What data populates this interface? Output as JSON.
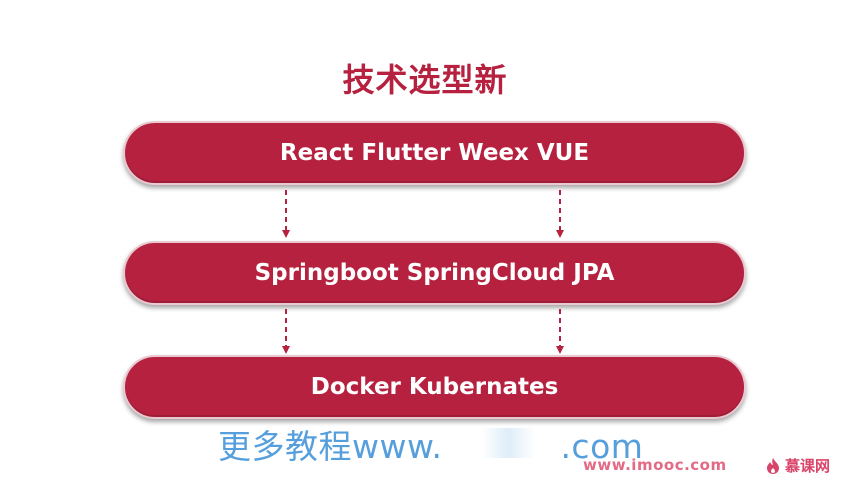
{
  "title": "技术选型新",
  "layers": [
    {
      "label": "React Flutter Weex VUE"
    },
    {
      "label": "Springboot SpringCloud JPA"
    },
    {
      "label": "Docker Kubernates"
    }
  ],
  "watermark": {
    "text": "更多教程www.",
    "text_end": ".com"
  },
  "footer": {
    "site": "www.imooc.com",
    "logo_text": "慕课网"
  },
  "colors": {
    "primary": "#b5213f",
    "watermark": "#3a8fd6",
    "footer": "#e36a85"
  }
}
